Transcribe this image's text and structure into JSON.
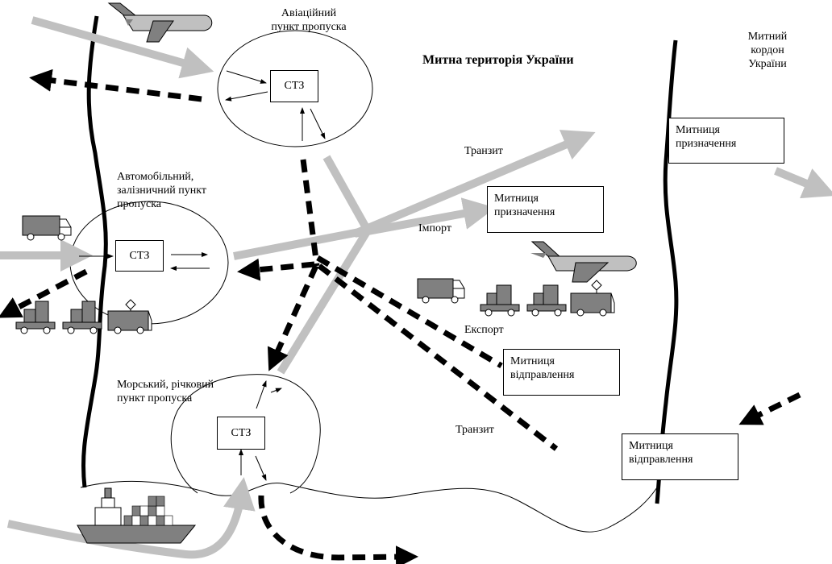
{
  "title": "Митна територія України",
  "border_label": [
    "Митний",
    "кордон",
    "України"
  ],
  "checkpoints": {
    "air": {
      "label": [
        "Авіаційний",
        "пункт пропуска"
      ],
      "stz": "СТЗ"
    },
    "road_rail": {
      "label": [
        "Автомобільний,",
        "залізничний пункт",
        "пропуска"
      ],
      "stz": "СТЗ"
    },
    "sea_river": {
      "label": [
        "Морський, річковий",
        "пункт пропуска"
      ],
      "stz": "СТЗ"
    }
  },
  "customs": {
    "destination_outer": [
      "Митниця",
      "призначення"
    ],
    "destination_inner": [
      "Митниця",
      "призначення"
    ],
    "departure_inner": [
      "Митниця",
      "відправлення"
    ],
    "departure_outer": [
      "Митниця",
      "відправлення"
    ]
  },
  "flows": {
    "transit_top": "Транзит",
    "import": "Імпорт",
    "export": "Експорт",
    "transit_bottom": "Транзит"
  },
  "icons": [
    "airplane-icon",
    "truck-icon",
    "train-icon",
    "ship-icon"
  ],
  "colors": {
    "solid_flow": "#c0c0c0",
    "dashed_flow": "#000000",
    "vehicle": "#808080"
  }
}
